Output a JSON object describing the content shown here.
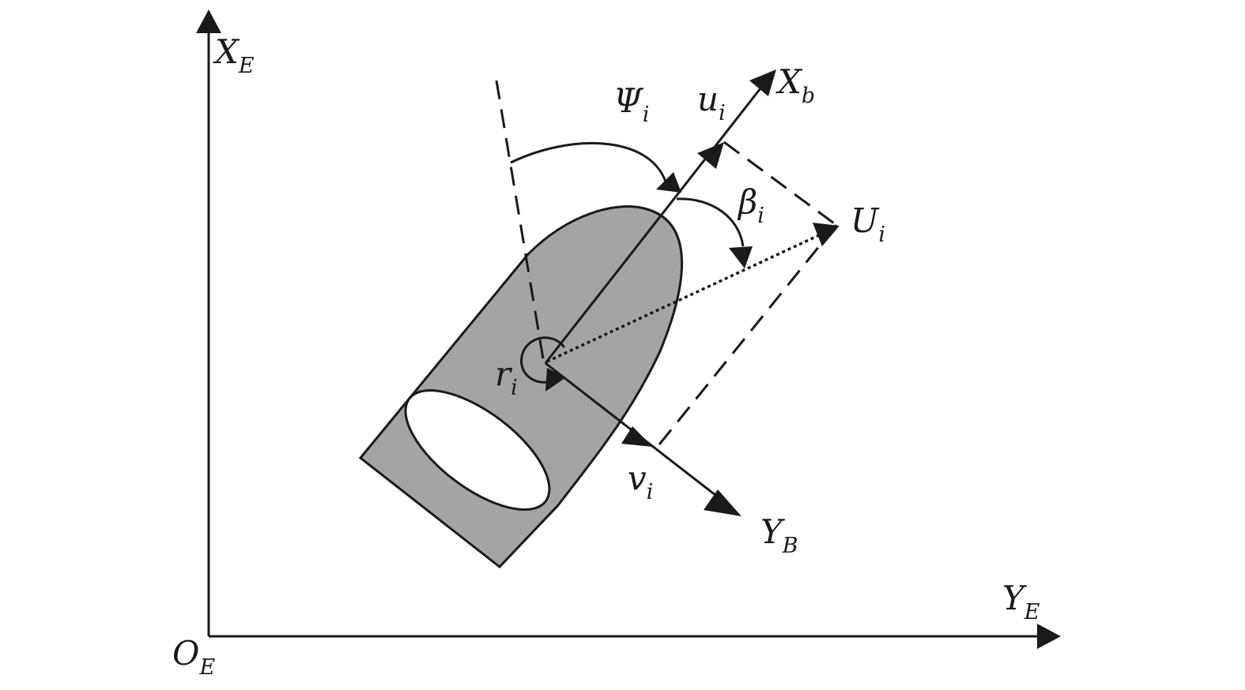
{
  "labels": {
    "earth_x": {
      "main": "X",
      "sub": "E"
    },
    "earth_y": {
      "main": "Y",
      "sub": "E"
    },
    "origin": {
      "main": "O",
      "sub": "E"
    },
    "body_x": {
      "main": "X",
      "sub": "b"
    },
    "body_y": {
      "main": "Y",
      "sub": "B"
    },
    "heading": {
      "main": "Ψ",
      "sub": "i"
    },
    "surge": {
      "main": "u",
      "sub": "i"
    },
    "sway": {
      "main": "v",
      "sub": "i"
    },
    "sideslip": {
      "main": "β",
      "sub": "i"
    },
    "speed": {
      "main": "U",
      "sub": "i"
    },
    "yaw_rate": {
      "main": "r",
      "sub": "i"
    }
  },
  "colors": {
    "ink": "#1a1a1a",
    "hull_fill": "#a6a3a6",
    "stern_fill": "#ffffff",
    "background": "#ffffff"
  }
}
